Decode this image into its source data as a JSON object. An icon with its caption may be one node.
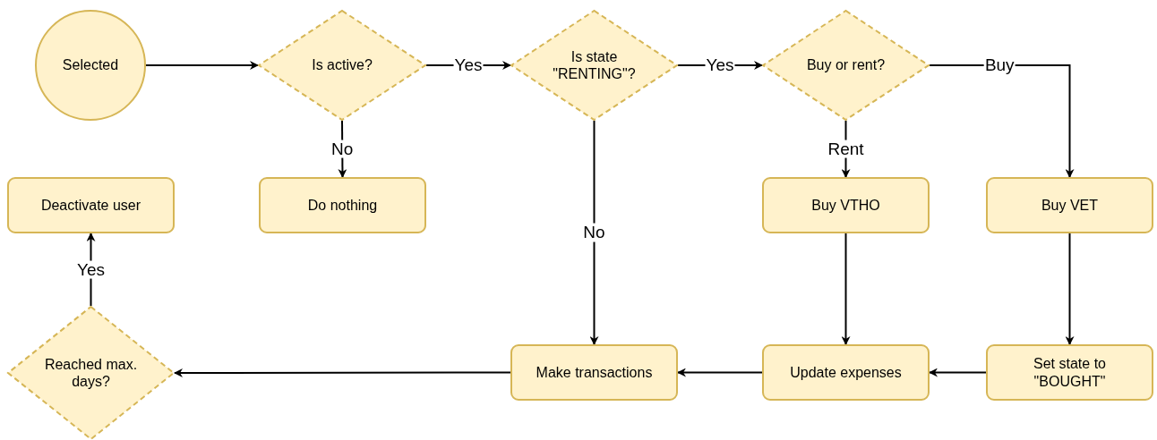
{
  "diagram": {
    "nodes": [
      {
        "text": [
          "Selected"
        ]
      },
      {
        "text": [
          "Is active?"
        ]
      },
      {
        "text": [
          "Is state \"RENTING\"?"
        ]
      },
      {
        "text": [
          "Buy or rent?"
        ]
      },
      {
        "text": [
          "Deactivate user"
        ]
      },
      {
        "text": [
          "Do nothing"
        ]
      },
      {
        "text": [
          "Buy VTHO"
        ]
      },
      {
        "text": [
          "Buy VET"
        ]
      },
      {
        "text": [
          "Reached max. days?"
        ]
      },
      {
        "text": [
          "Make transactions"
        ]
      },
      {
        "text": [
          "Update expenses"
        ]
      },
      {
        "text": [
          "Set state to \"BOUGHT\""
        ]
      }
    ],
    "edges": [
      {
        "from": 0,
        "to": 1,
        "arrow": "to"
      },
      {
        "from": 1,
        "to": 2,
        "arrow": "to",
        "label": "Yes"
      },
      {
        "from": 2,
        "to": 3,
        "arrow": "to",
        "label": "Yes"
      },
      {
        "from": 1,
        "to": 5,
        "arrow": "to",
        "label": "No"
      },
      {
        "from": 2,
        "to": 9,
        "arrow": "to",
        "label": "No"
      },
      {
        "from": 3,
        "to": 6,
        "arrow": "to",
        "label": "Rent"
      },
      {
        "from": 3,
        "to": 7,
        "arrow": "to",
        "label": "Buy"
      },
      {
        "from": 6,
        "to": 10,
        "arrow": "to"
      },
      {
        "from": 7,
        "to": 11,
        "arrow": "to"
      },
      {
        "from": 11,
        "to": 10,
        "arrow": "to"
      },
      {
        "from": 10,
        "to": 9,
        "arrow": "to"
      },
      {
        "from": 9,
        "to": 8,
        "arrow": "to"
      },
      {
        "from": 8,
        "to": 4,
        "arrow": "to",
        "label": "Yes"
      }
    ]
  }
}
